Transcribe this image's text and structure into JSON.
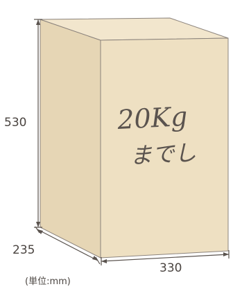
{
  "box": {
    "label_line1": "20Kg",
    "label_line2": "までし",
    "colors": {
      "front": "#eee0c2",
      "side": "#e6d6b5",
      "top": "#f2e6cd",
      "edge": "#8b837c"
    }
  },
  "dimensions": {
    "height": "530",
    "depth": "235",
    "width": "330",
    "unit_note": "(単位:mm)"
  }
}
